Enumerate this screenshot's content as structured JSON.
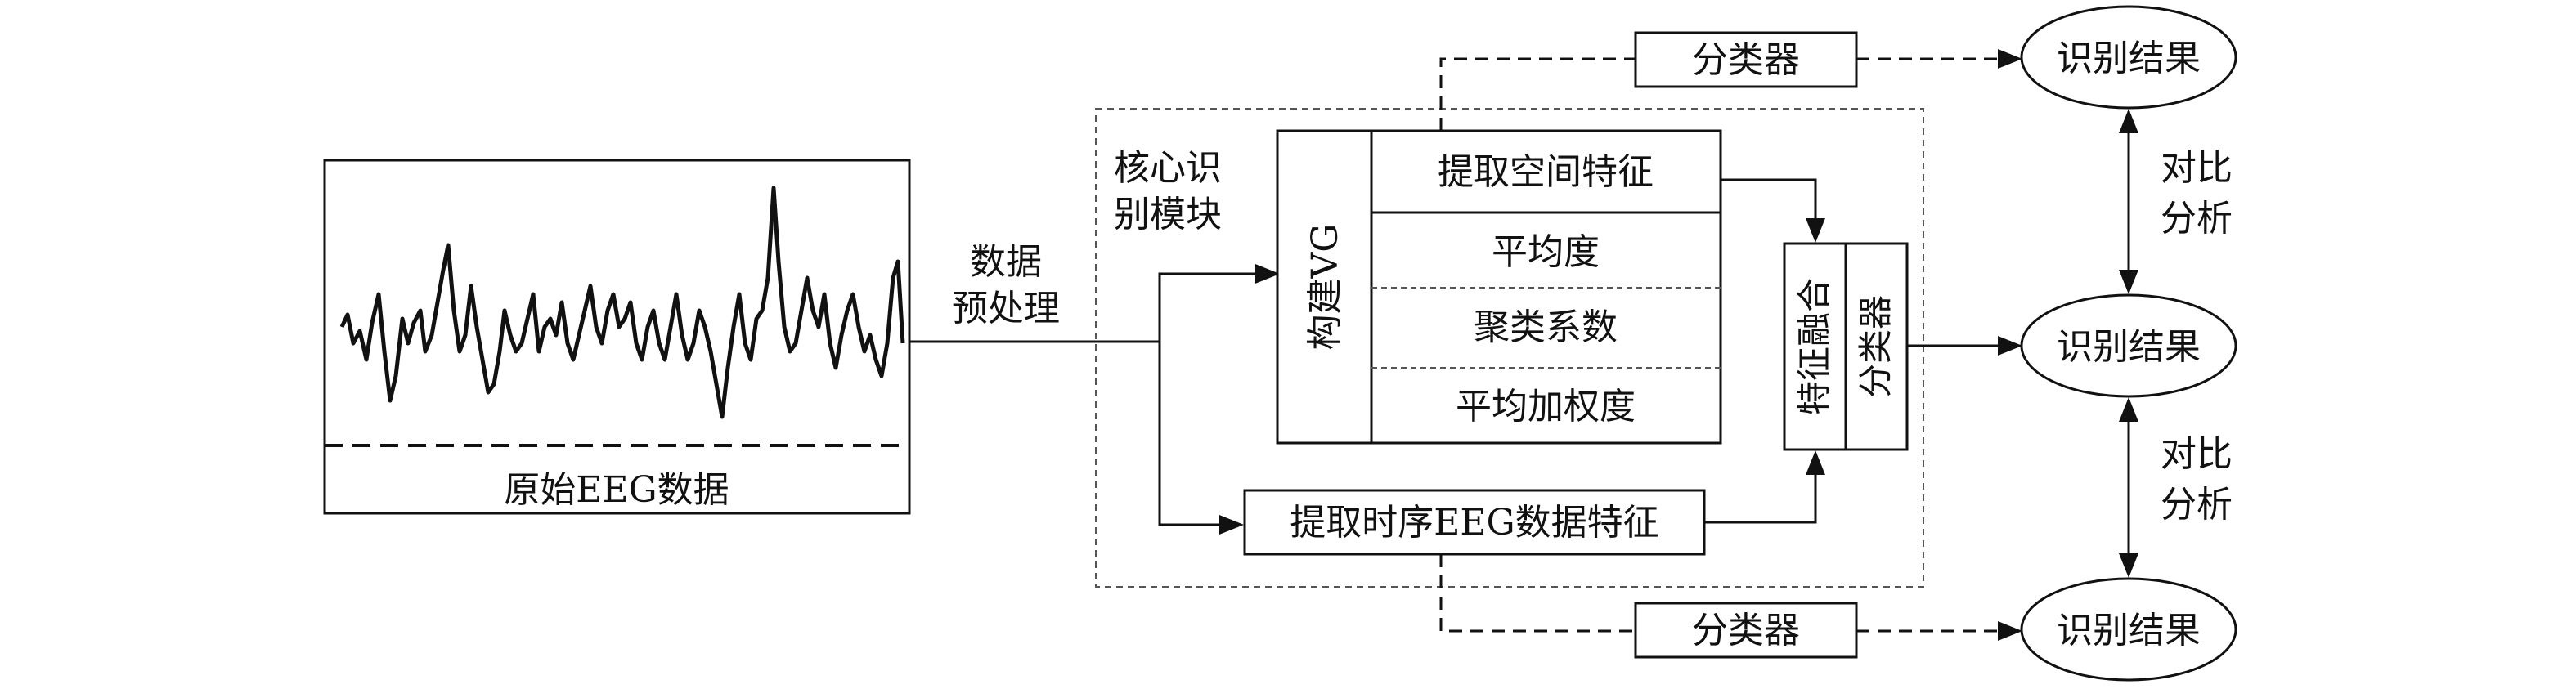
{
  "eeg_block": {
    "label": "原始EEG数据"
  },
  "preprocess": {
    "line1": "数据",
    "line2": "预处理"
  },
  "core_module": {
    "line1": "核心识",
    "line2": "别模块"
  },
  "vg_block": {
    "build_label": "构建VG",
    "spatial_feature": "提取空间特征",
    "features": [
      "平均度",
      "聚类系数",
      "平均加权度"
    ]
  },
  "temporal_block": {
    "label": "提取时序EEG数据特征"
  },
  "fusion_block": {
    "fusion_label": "特征融合",
    "classifier_label": "分类器"
  },
  "top_classifier": {
    "label": "分类器"
  },
  "bottom_classifier": {
    "label": "分类器"
  },
  "results": [
    "识别结果",
    "识别结果",
    "识别结果"
  ],
  "comparisons": [
    {
      "line1": "对比",
      "line2": "分析"
    },
    {
      "line1": "对比",
      "line2": "分析"
    }
  ]
}
